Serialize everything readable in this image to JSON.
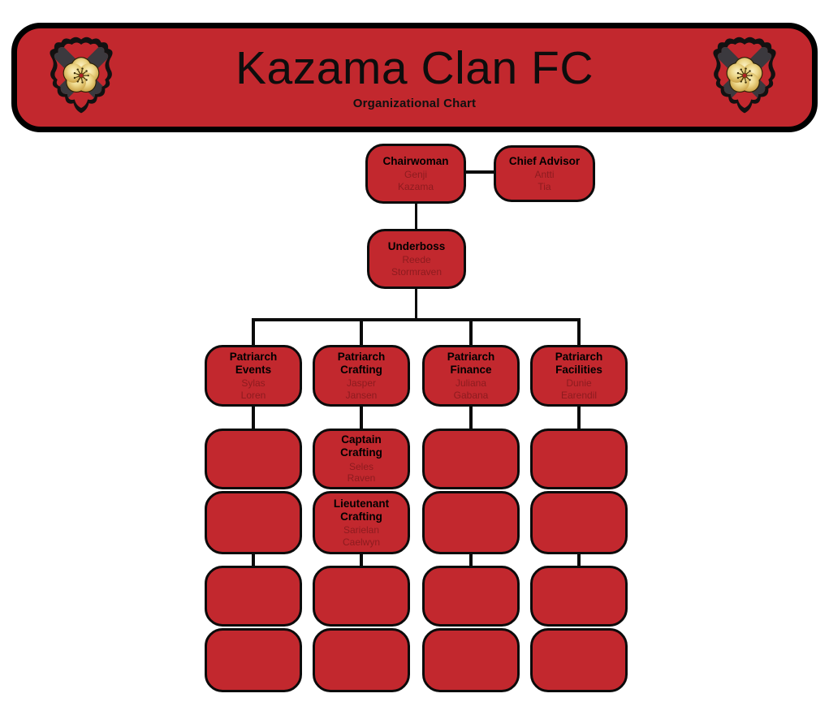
{
  "header": {
    "title": "Kazama Clan FC",
    "subtitle": "Organizational Chart",
    "crest_icon": "kazama-clan-crest"
  },
  "colors": {
    "banner_red": "#C2282E",
    "box_red": "#C2282E",
    "outline_black": "#0B0B0B",
    "name_text_maroon": "#8D1B1F",
    "crest_gold": "#EDD88B",
    "crest_dark_gray": "#3B393E",
    "page_background": "#FFFFFF"
  },
  "org_chart": {
    "chairwoman": {
      "title_lines": [
        "Chairwoman"
      ],
      "name_lines": [
        "Genji",
        "Kazama"
      ]
    },
    "chief_advisor": {
      "title_lines": [
        "Chief Advisor"
      ],
      "name_lines": [
        "Antti",
        "Tia"
      ]
    },
    "underboss": {
      "title_lines": [
        "Underboss"
      ],
      "name_lines": [
        "Reede",
        "Stormraven"
      ]
    },
    "patriarchs": [
      {
        "title_lines": [
          "Patriarch",
          "Events"
        ],
        "name_lines": [
          "Sylas",
          "Loren"
        ]
      },
      {
        "title_lines": [
          "Patriarch",
          "Crafting"
        ],
        "name_lines": [
          "Jasper",
          "Jansen"
        ]
      },
      {
        "title_lines": [
          "Patriarch",
          "Finance"
        ],
        "name_lines": [
          "Juliana",
          "Gabana"
        ]
      },
      {
        "title_lines": [
          "Patriarch",
          "Facilities"
        ],
        "name_lines": [
          "Dunie",
          "Earendil"
        ]
      }
    ],
    "crafting_column": {
      "captain": {
        "title_lines": [
          "Captain",
          "Crafting"
        ],
        "name_lines": [
          "Seles",
          "Raven"
        ]
      },
      "lieutenant": {
        "title_lines": [
          "Lieutenant",
          "Crafting"
        ],
        "name_lines": [
          "Sarielan",
          "Caelwyn"
        ]
      }
    },
    "vacant_positions": {
      "events_column": 4,
      "crafting_column": 2,
      "finance_column": 4,
      "facilities_column": 4
    }
  }
}
